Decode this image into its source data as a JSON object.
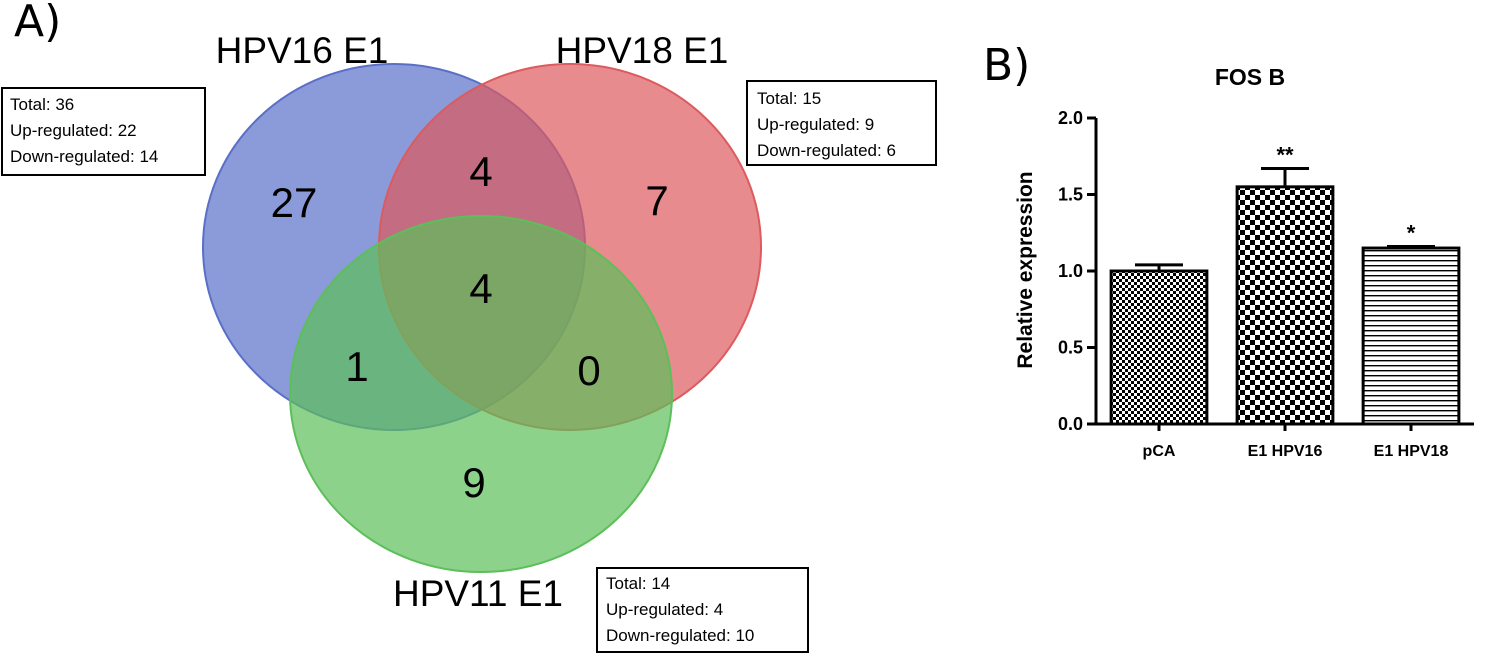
{
  "panels": {
    "a_label": "A)",
    "b_label": "B)"
  },
  "venn": {
    "sets": [
      {
        "key": "hpv16",
        "label": "HPV16 E1",
        "color": "#5a6fc8"
      },
      {
        "key": "hpv18",
        "label": "HPV18 E1",
        "color": "#dd5a5e"
      },
      {
        "key": "hpv11",
        "label": "HPV11 E1",
        "color": "#5cbf5a"
      }
    ],
    "regions": {
      "hpv16_only": "27",
      "hpv18_only": "7",
      "hpv11_only": "9",
      "hpv16_hpv18": "4",
      "all_three": "4",
      "hpv16_hpv11": "1",
      "hpv18_hpv11": "0"
    },
    "boxes": {
      "hpv16": {
        "total": "Total: 36",
        "up": "Up-regulated: 22",
        "down": "Down-regulated: 14"
      },
      "hpv18": {
        "total": "Total: 15",
        "up": "Up-regulated: 9",
        "down": "Down-regulated: 6"
      },
      "hpv11": {
        "total": "Total: 14",
        "up": "Up-regulated: 4",
        "down": "Down-regulated: 10"
      }
    }
  },
  "chart_data": {
    "type": "bar",
    "title": "FOS B",
    "xlabel": "",
    "ylabel": "Relative expression",
    "ylim": [
      0,
      2.0
    ],
    "yticks": [
      "0.0",
      "0.5",
      "1.0",
      "1.5",
      "2.0"
    ],
    "categories": [
      "pCA",
      "E1 HPV16",
      "E1 HPV18"
    ],
    "values": [
      1.0,
      1.55,
      1.15
    ],
    "errors": [
      0.04,
      0.12,
      0.01
    ],
    "significance": [
      "",
      "**",
      "*"
    ],
    "fills": [
      "fine-checker",
      "coarse-checker",
      "horizontal-lines"
    ]
  }
}
